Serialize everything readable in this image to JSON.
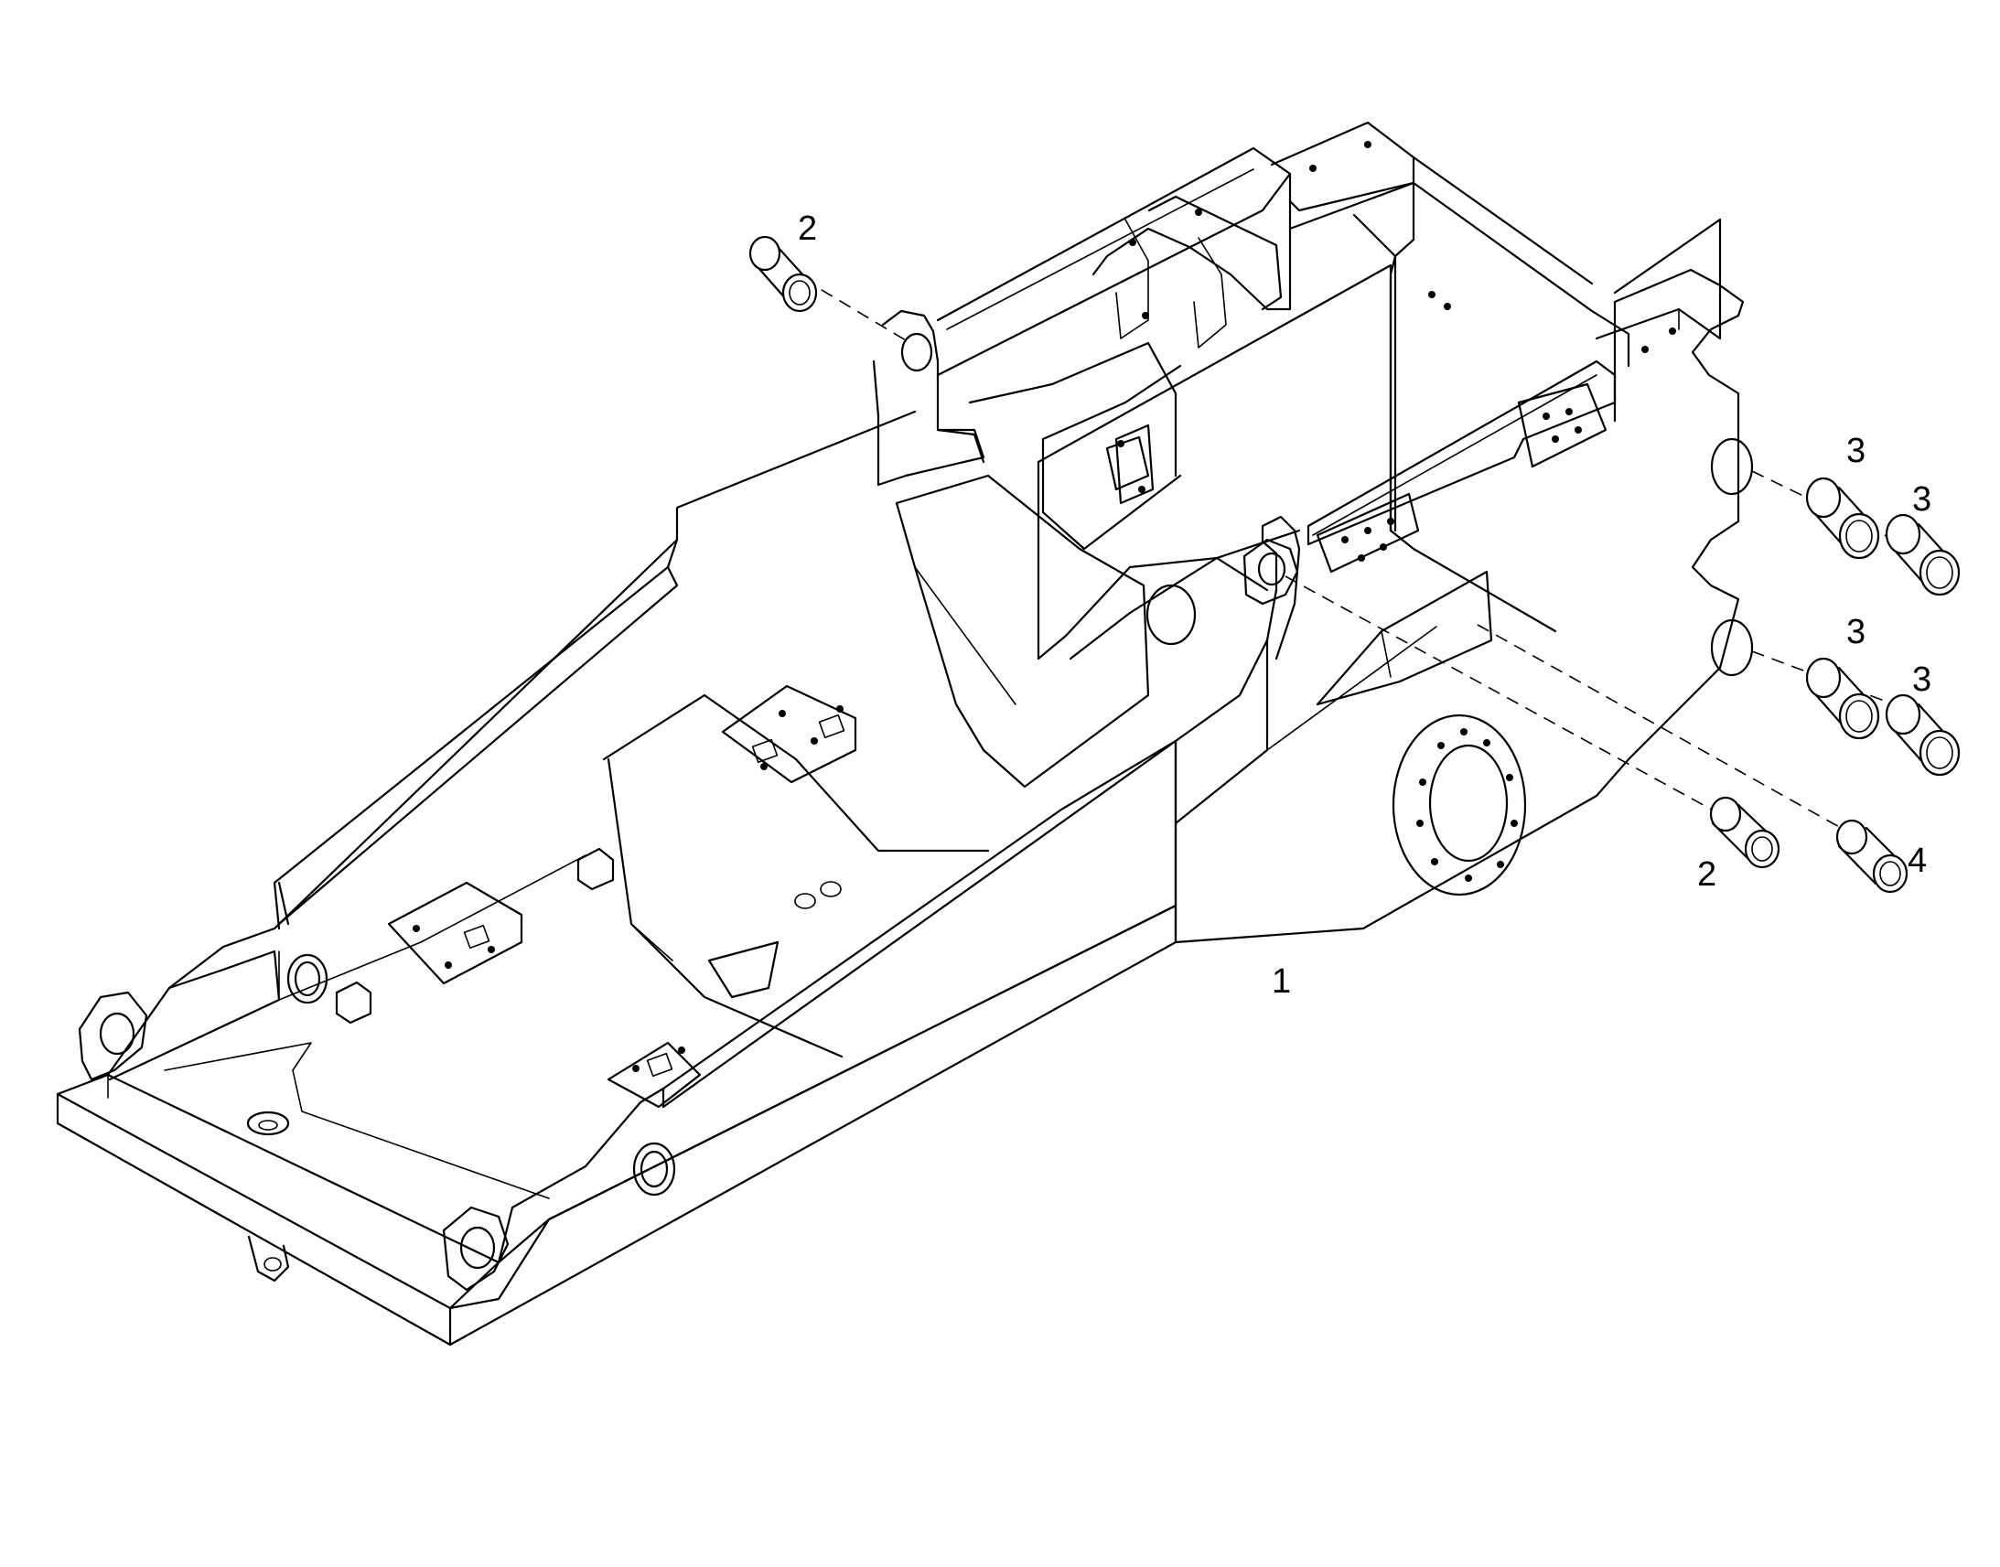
{
  "callouts": {
    "frame": "1",
    "bush_top": "2",
    "bush_lower": "2",
    "bush_3a": "3",
    "bush_3b": "3",
    "bush_3c": "3",
    "bush_3d": "3",
    "bush_4": "4"
  }
}
